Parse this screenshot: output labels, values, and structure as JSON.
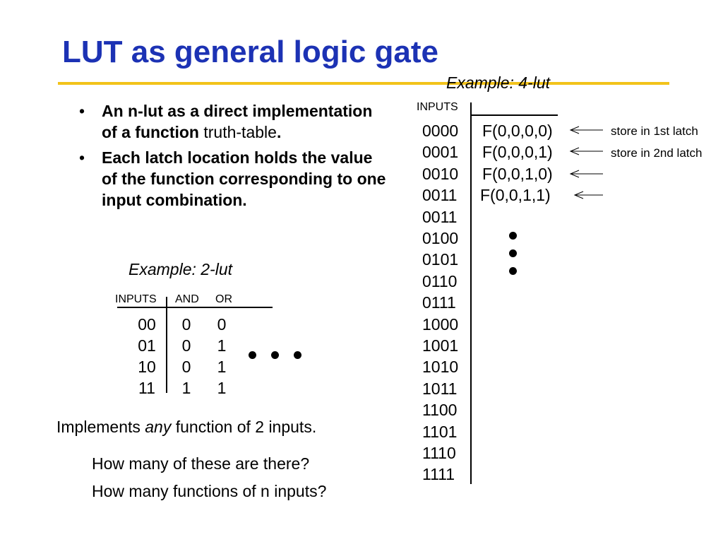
{
  "title": "LUT as general logic gate",
  "example4_label": "Example: 4-lut",
  "bullets": [
    {
      "bold": "An n-lut as a direct implementation of a function",
      "normal": " truth-table",
      "tail": "."
    },
    {
      "bold": "Each latch location holds the value of the function corresponding to one input combination.",
      "normal": "",
      "tail": ""
    }
  ],
  "example2_label": "Example: 2-lut",
  "lut2": {
    "headers": {
      "inputs": "INPUTS",
      "and": "AND",
      "or": "OR"
    },
    "rows": [
      {
        "in": "00",
        "and": "0",
        "or": "0"
      },
      {
        "in": "01",
        "and": "0",
        "or": "1"
      },
      {
        "in": "10",
        "and": "0",
        "or": "1"
      },
      {
        "in": "11",
        "and": "1",
        "or": "1"
      }
    ]
  },
  "lut4": {
    "header": "INPUTS",
    "inputs": [
      "0000",
      "0001",
      "0010",
      "0011",
      "0011",
      "0100",
      "0101",
      "0110",
      "0111",
      "1000",
      "1001",
      "1010",
      "1011",
      "1100",
      "1101",
      "1110",
      "1111"
    ],
    "outputs": [
      "F(0,0,0,0)",
      "F(0,0,0,1)",
      "F(0,0,1,0)",
      "F(0,0,1,1)"
    ]
  },
  "notes": [
    "store in 1st latch",
    "store in 2nd latch"
  ],
  "footer": {
    "line1_pre": "Implements ",
    "line1_em": "any",
    "line1_post": " function of 2 inputs.",
    "q1": "How many of these  are there?",
    "q2": "How many functions of n inputs?"
  },
  "colors": {
    "title": "#1c32b4",
    "rule": "#f2c31a"
  }
}
